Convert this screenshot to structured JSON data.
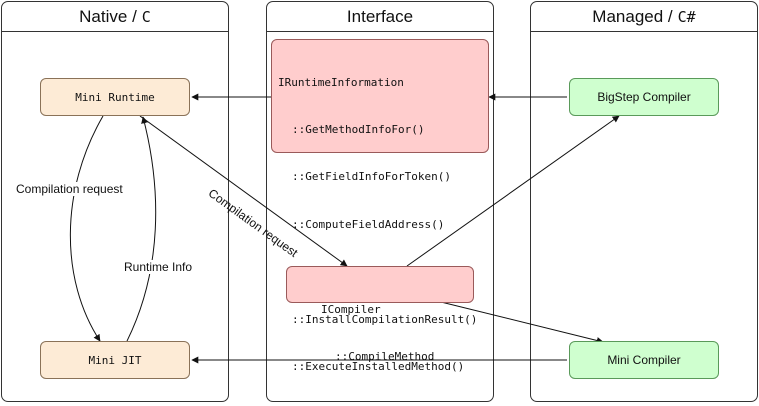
{
  "lanes": {
    "native": {
      "title": "Native / ",
      "title_code": "C"
    },
    "interface": {
      "title": "Interface"
    },
    "managed": {
      "title": "Managed / ",
      "title_code": "C#"
    }
  },
  "nodes": {
    "mini_runtime": "Mini Runtime",
    "mini_jit": "Mini JIT",
    "bigstep_compiler": "BigStep Compiler",
    "mini_compiler": "Mini Compiler",
    "iruntime": {
      "name": "IRuntimeInformation",
      "methods": [
        "::GetMethodInfoFor()",
        "::GetFieldInfoForToken()",
        "::ComputeFieldAddress()",
        "...",
        "::InstallCompilationResult()",
        "::ExecuteInstalledMethod()"
      ]
    },
    "icompiler": {
      "name": "ICompiler",
      "methods": [
        "::CompileMethod"
      ]
    }
  },
  "edge_labels": {
    "compilation_request_left": "Compilation request",
    "runtime_info": "Runtime Info",
    "compilation_request_diag": "Compilation request"
  }
}
